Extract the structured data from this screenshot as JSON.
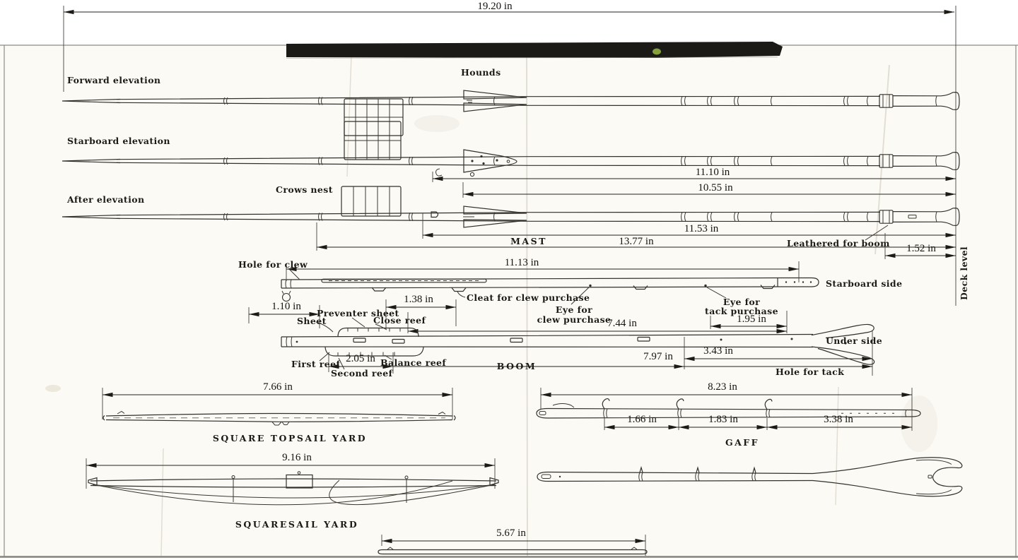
{
  "overall": {
    "width_dim": "19.20 in"
  },
  "mast": {
    "forward_label": "Forward elevation",
    "starboard_label": "Starboard elevation",
    "after_label": "After elevation",
    "hounds_label": "Hounds",
    "crows_nest_label": "Crows nest",
    "name": "MAST",
    "leathered_label": "Leathered for boom",
    "deck_level_label": "Deck level",
    "dim_1110": "11.10 in",
    "dim_1055": "10.55 in",
    "dim_1153": "11.53 in",
    "dim_1377": "13.77 in",
    "dim_152": "1.52 in"
  },
  "boom": {
    "name": "BOOM",
    "starboard_side_label": "Starboard side",
    "under_side_label": "Under side",
    "hole_for_clew": "Hole for clew",
    "cleat_for_clew_purchase": "Cleat for clew purchase",
    "eye_for": "Eye for",
    "clew_purchase": "clew purchase",
    "tack_purchase": "tack purchase",
    "sheet": "Sheet",
    "preventer_sheet": "Preventer sheet",
    "close_reef": "Close reef",
    "first_reef": "First reef",
    "second_reef": "Second reef",
    "balance_reef": "Balance reef",
    "hole_for_tack": "Hole for tack",
    "dim_1113": "11.13 in",
    "dim_110": "1.10 in",
    "dim_138": "1.38 in",
    "dim_744": "7.44 in",
    "dim_195": "1.95 in",
    "dim_205": "2.05 in",
    "dim_797": "7.97 in",
    "dim_343": "3.43 in"
  },
  "square_topsail_yard": {
    "name": "SQUARE TOPSAIL YARD",
    "dim_766": "7.66 in"
  },
  "gaff": {
    "name": "GAFF",
    "dim_823": "8.23 in",
    "dim_166": "1.66 in",
    "dim_183": "1.83 in",
    "dim_338": "3.38 in"
  },
  "squaresail_yard": {
    "name": "SQUARESAIL YARD",
    "dim_916": "9.16 in"
  },
  "small_spar": {
    "dim_567": "5.67 in"
  },
  "colors": {
    "ink": "#33312b",
    "paper": "#fbfaf5",
    "scan_strip": "#1b1a16",
    "leaf_green": "#86a03f"
  }
}
